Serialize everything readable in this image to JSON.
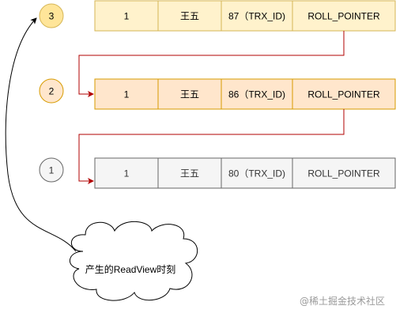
{
  "versions": [
    {
      "step": "3",
      "cells": [
        "1",
        "王五",
        "87（TRX_ID)",
        "ROLL_POINTER"
      ],
      "colors": {
        "fill": "#fff2cc",
        "stroke": "#d6b656",
        "circle_fill": "#ffe599",
        "circle_stroke": "#d6b656"
      }
    },
    {
      "step": "2",
      "cells": [
        "1",
        "王五",
        "86（TRX_ID)",
        "ROLL_POINTER"
      ],
      "colors": {
        "fill": "#ffe6cc",
        "stroke": "#d79b00",
        "circle_fill": "#ffe6cc",
        "circle_stroke": "#d79b00"
      }
    },
    {
      "step": "1",
      "cells": [
        "1",
        "王五",
        "80（TRX_ID)",
        "ROLL_POINTER"
      ],
      "colors": {
        "fill": "#f5f5f5",
        "stroke": "#666666",
        "circle_fill": "#f5f5f5",
        "circle_stroke": "#666666"
      }
    }
  ],
  "cloud": {
    "label": "产生的ReadView时刻"
  },
  "watermark": "@稀土掘金技术社区",
  "colors": {
    "pointer_arrow": "#b20000",
    "cloud_arrow": "#000000"
  }
}
